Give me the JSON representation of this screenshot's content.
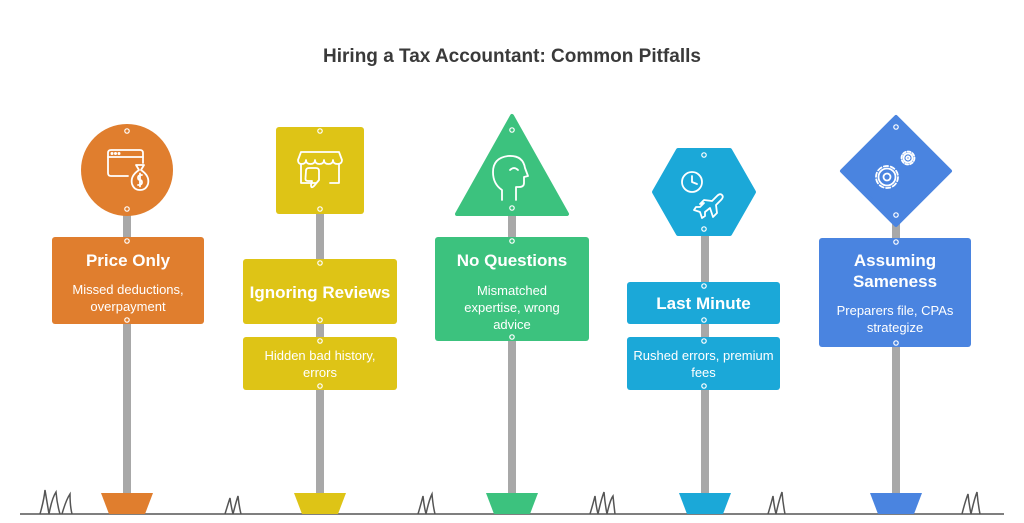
{
  "title": "Hiring a Tax Accountant: Common Pitfalls",
  "colors": {
    "orange": "#E07E2E",
    "yellow": "#DEC416",
    "green": "#3CC27E",
    "blue": "#1BA8D8",
    "royal": "#4A84E0",
    "pole": "#A8A8A8",
    "ground": "#555555"
  },
  "signs": [
    {
      "id": "price-only",
      "heading": "Price Only",
      "description": "Missed deductions, overpayment",
      "icon": "browser-money-icon",
      "shape": "circle",
      "color": "#E07E2E"
    },
    {
      "id": "ignoring-reviews",
      "heading": "Ignoring Reviews",
      "description": "Hidden bad history, errors",
      "icon": "storefront-thumbs-down-icon",
      "shape": "rounded-square",
      "color": "#DEC416"
    },
    {
      "id": "no-questions",
      "heading": "No Questions",
      "description": "Mismatched expertise, wrong advice",
      "icon": "head-profile-icon",
      "shape": "triangle",
      "color": "#3CC27E"
    },
    {
      "id": "last-minute",
      "heading": "Last Minute",
      "description": "Rushed errors, premium fees",
      "icon": "clock-plane-icon",
      "shape": "hexagon",
      "color": "#1BA8D8"
    },
    {
      "id": "assuming-sameness",
      "heading": "Assuming Sameness",
      "description": "Preparers file, CPAs strategize",
      "icon": "gears-icon",
      "shape": "diamond",
      "color": "#4A84E0"
    }
  ]
}
